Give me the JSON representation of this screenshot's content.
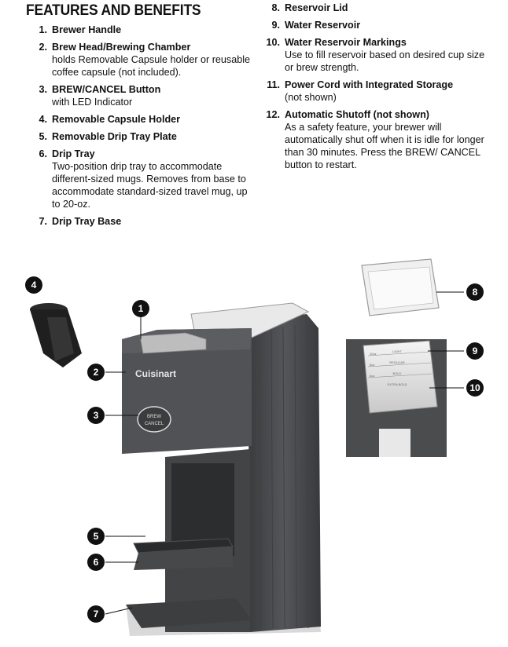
{
  "heading": "FEATURES AND BENEFITS",
  "features_left": [
    {
      "num": "1.",
      "name": "Brewer Handle",
      "desc": ""
    },
    {
      "num": "2.",
      "name": "Brew Head/Brewing Chamber",
      "desc": "holds Removable Capsule holder or reusable coffee capsule (not included)."
    },
    {
      "num": "3.",
      "name": "BREW/CANCEL Button",
      "desc": "with LED Indicator"
    },
    {
      "num": "4.",
      "name": "Removable Capsule Holder",
      "desc": ""
    },
    {
      "num": "5.",
      "name": "Removable Drip Tray Plate",
      "desc": ""
    },
    {
      "num": "6.",
      "name": "Drip Tray",
      "desc": "Two-position drip tray to accommodate different-sized mugs. Removes from base to accommodate standard-sized travel mug, up to 20-oz."
    },
    {
      "num": "7.",
      "name": "Drip Tray Base",
      "desc": ""
    }
  ],
  "features_right": [
    {
      "num": "8.",
      "name": "Reservoir Lid",
      "desc": ""
    },
    {
      "num": "9.",
      "name": "Water Reservoir",
      "desc": ""
    },
    {
      "num": "10.",
      "name": "Water Reservoir Markings",
      "desc": "Use to fill reservoir based on desired cup size or brew strength."
    },
    {
      "num": "11.",
      "name": "Power Cord with Integrated Storage",
      "desc": "(not shown)"
    },
    {
      "num": "12.",
      "name": "Automatic Shutoff (not shown)",
      "desc": "As a safety feature, your brewer will automatically shut off when it is idle for longer than 30 minutes. Press the BREW/ CANCEL button to restart."
    }
  ],
  "figure": {
    "brand": "Cuisinart",
    "button_line1": "BREW",
    "button_line2": "CANCEL",
    "callouts": [
      "1",
      "2",
      "3",
      "4",
      "5",
      "6",
      "7",
      "8",
      "9",
      "10"
    ],
    "markings": {
      "light": "LIGHT",
      "regular": "REGULAR",
      "bold": "BOLD",
      "extra_bold": "EXTRA BOLD",
      "oz10": "10oz",
      "oz8": "8oz",
      "oz6": "6oz"
    }
  },
  "colors": {
    "machine_body": "#4a4b4d",
    "machine_dark": "#2e2f31",
    "callout_fill": "#111111"
  }
}
